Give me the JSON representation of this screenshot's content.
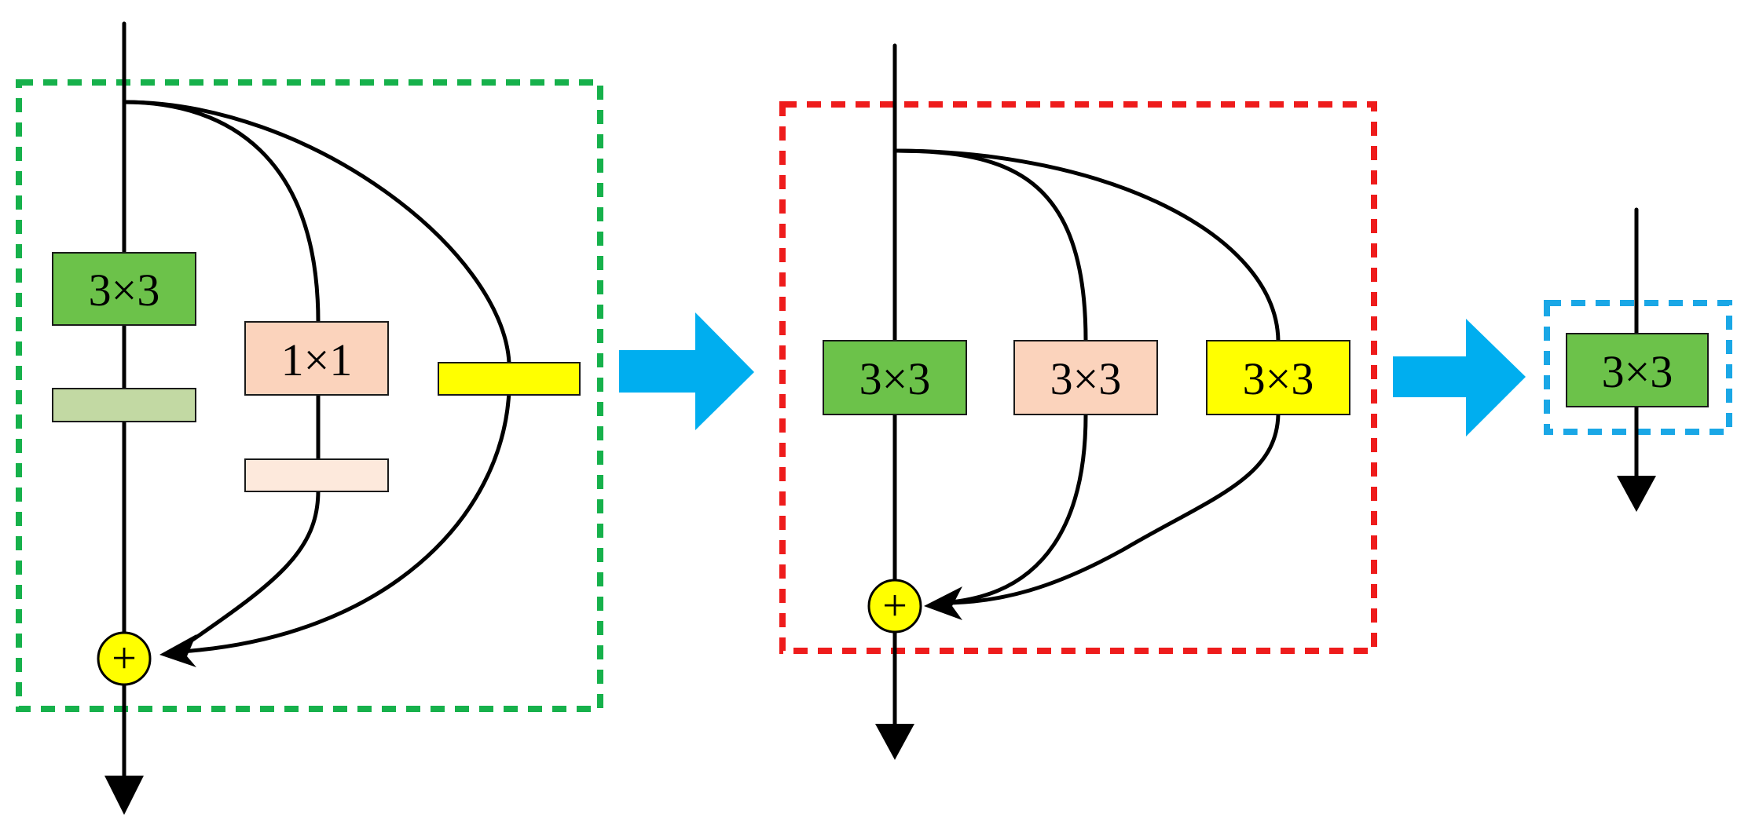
{
  "colors": {
    "conv3x3": "#6cc24a",
    "conv1x1": "#fbd3bc",
    "bn_3x3": "#c2d9a3",
    "bn_1x1": "#fde9dc",
    "identity": "#ffff00",
    "add_node": "#ffff00",
    "wire": "#000000",
    "panel1_border": "#16b14b",
    "panel2_border": "#ee1c1c",
    "panel3_border": "#1aa7e6",
    "transition_arrow": "#00aeef"
  },
  "icons": {
    "add": "plus-circle-icon",
    "output": "arrow-down-icon",
    "transition": "block-arrow-right-icon"
  },
  "add_symbol": "+",
  "panel1": {
    "conv3x3_label": "3×3",
    "conv1x1_label": "1×1"
  },
  "panel2": {
    "branch1_label": "3×3",
    "branch2_label": "3×3",
    "branch3_label": "3×3"
  },
  "panel3": {
    "conv_label": "3×3"
  }
}
